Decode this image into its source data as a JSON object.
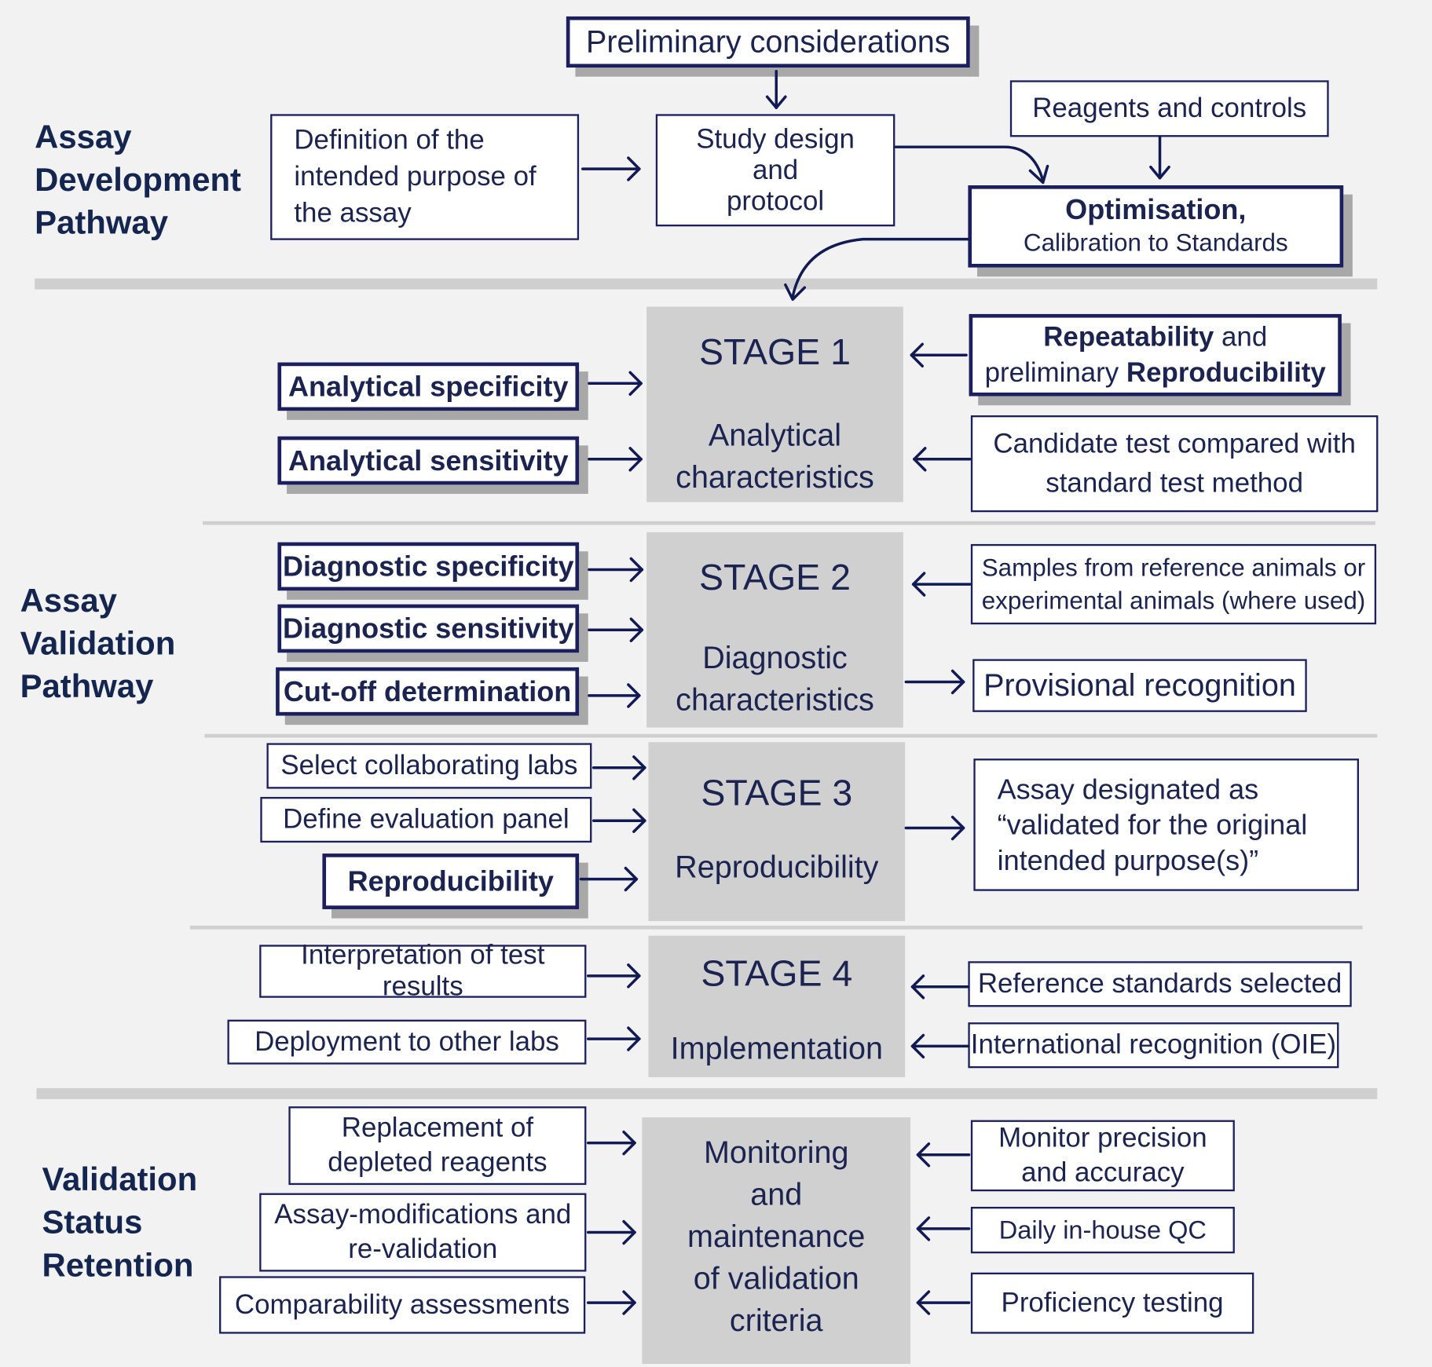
{
  "sections": {
    "development": [
      "Assay",
      "Development",
      "Pathway"
    ],
    "validation": [
      "Assay",
      "Validation",
      "Pathway"
    ],
    "retention": [
      "Validation",
      "Status",
      "Retention"
    ]
  },
  "dev": {
    "preliminary": "Preliminary considerations",
    "definition": [
      "Definition of the",
      "intended purpose of",
      "the assay"
    ],
    "study": [
      "Study design",
      "and",
      "protocol"
    ],
    "reagents": "Reagents and controls",
    "optimisation_bold": "Optimisation,",
    "optimisation_rest": "Calibration to Standards"
  },
  "stage1": {
    "title": "STAGE 1",
    "subtitle": [
      "Analytical",
      "characteristics"
    ],
    "left": [
      "Analytical specificity",
      "Analytical sensitivity"
    ],
    "right_repeat": {
      "b1": "Repeatability",
      "t1": " and",
      "t2": "preliminary ",
      "b2": "Reproducibility"
    },
    "right_candidate": [
      "Candidate test compared with",
      "standard test method"
    ]
  },
  "stage2": {
    "title": "STAGE 2",
    "subtitle": [
      "Diagnostic",
      "characteristics"
    ],
    "left": [
      "Diagnostic specificity",
      "Diagnostic sensitivity",
      "Cut-off determination"
    ],
    "right_samples": [
      "Samples from reference animals or",
      "experimental animals (where used)"
    ],
    "right_provisional": "Provisional recognition"
  },
  "stage3": {
    "title": "STAGE 3",
    "subtitle": "Reproducibility",
    "left": [
      "Select collaborating labs",
      "Define evaluation panel",
      "Reproducibility"
    ],
    "right": [
      "Assay designated as",
      "“validated for the original",
      "intended purpose(s)”"
    ]
  },
  "stage4": {
    "title": "STAGE 4",
    "subtitle": "Implementation",
    "left": [
      "Interpretation of test results",
      "Deployment to other labs"
    ],
    "right": [
      "Reference standards selected",
      "International recognition (OIE)"
    ]
  },
  "monitoring": {
    "center": [
      "Monitoring",
      "and",
      "maintenance",
      "of validation",
      "criteria"
    ],
    "left_replacement": [
      "Replacement of",
      "depleted reagents"
    ],
    "left_modifications": [
      "Assay-modifications and",
      "re-validation"
    ],
    "left_comparability": "Comparability assessments",
    "right_monitor": [
      "Monitor precision",
      "and accuracy"
    ],
    "right_qc": "Daily in-house QC",
    "right_proficiency": "Proficiency testing"
  },
  "colors": {
    "navy": "#1b1f5e",
    "text": "#1b2350",
    "stage_fill": "#d0d0d0",
    "shadow": "#a8a8a8",
    "background": "#f2f2f2"
  }
}
